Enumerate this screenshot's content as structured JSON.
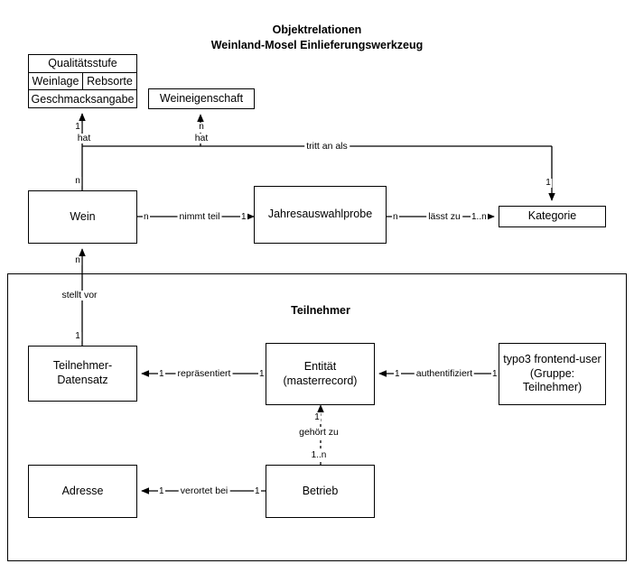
{
  "title": {
    "line1": "Objektrelationen",
    "line2": "Weinland-Mosel Einlieferungswerkzeug"
  },
  "entities": {
    "wein_attributes": {
      "rows": [
        [
          "Qualitätsstufe"
        ],
        [
          "Weinlage",
          "Rebsorte"
        ],
        [
          "Geschmacksangabe"
        ]
      ]
    },
    "weineigenschaft": {
      "label": "Weineigenschaft"
    },
    "wein": {
      "label": "Wein"
    },
    "jahresauswahlprobe": {
      "label": "Jahresauswahlprobe"
    },
    "kategorie": {
      "label": "Kategorie"
    },
    "teilnehmer_datensatz": {
      "label": "Teilnehmer-Datensatz"
    },
    "entitaet": {
      "label": "Entität (masterrecord)"
    },
    "typo3_user": {
      "line1": "typo3 frontend-user",
      "line2": "(Gruppe: Teilnehmer)"
    },
    "adresse": {
      "label": "Adresse"
    },
    "betrieb": {
      "label": "Betrieb"
    }
  },
  "groups": {
    "teilnehmer": {
      "label": "Teilnehmer"
    }
  },
  "relations": {
    "hat_qualitaet": {
      "label": "hat",
      "card_target": "1",
      "card_source": "n"
    },
    "hat_eigenschaft": {
      "label": "hat",
      "card_target": "n"
    },
    "tritt_an_als": {
      "label": "tritt an als",
      "card_target": "1"
    },
    "nimmt_teil": {
      "label": "nimmt teil",
      "card_source": "n",
      "card_target": "1"
    },
    "laesst_zu": {
      "label": "lässt zu",
      "card_source": "n",
      "card_target": "1..n"
    },
    "stellt_vor": {
      "label": "stellt vor",
      "card_target": "n",
      "card_source": "1"
    },
    "repraesentiert": {
      "label": "repräsentiert",
      "card_target": "1",
      "card_source": "1"
    },
    "authentifiziert": {
      "label": "authentifiziert",
      "card_target": "1",
      "card_source": "1"
    },
    "gehoert_zu": {
      "label": "gehört zu",
      "card_target": "1",
      "card_source": "1..n"
    },
    "verortet_bei": {
      "label": "verortet bei",
      "card_target": "1",
      "card_source": "1"
    }
  },
  "colors": {
    "line": "#000000",
    "background": "#ffffff"
  }
}
